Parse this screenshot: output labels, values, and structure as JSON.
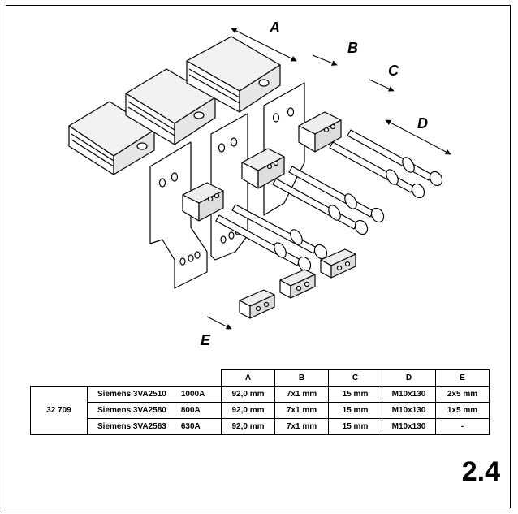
{
  "dimensions": {
    "labels": [
      "A",
      "B",
      "C",
      "D",
      "E"
    ]
  },
  "table": {
    "headers": [
      "A",
      "B",
      "C",
      "D",
      "E"
    ],
    "article": "32 709",
    "rows": [
      {
        "model": "Siemens 3VA2510",
        "current": "1000A",
        "A": "92,0 mm",
        "B": "7x1 mm",
        "C": "15 mm",
        "D": "M10x130",
        "E": "2x5 mm"
      },
      {
        "model": "Siemens 3VA2580",
        "current": "800A",
        "A": "92,0 mm",
        "B": "7x1 mm",
        "C": "15 mm",
        "D": "M10x130",
        "E": "1x5 mm"
      },
      {
        "model": "Siemens 3VA2563",
        "current": "630A",
        "A": "92,0 mm",
        "B": "7x1 mm",
        "C": "15 mm",
        "D": "M10x130",
        "E": "-"
      }
    ]
  },
  "page_number": "2.4"
}
